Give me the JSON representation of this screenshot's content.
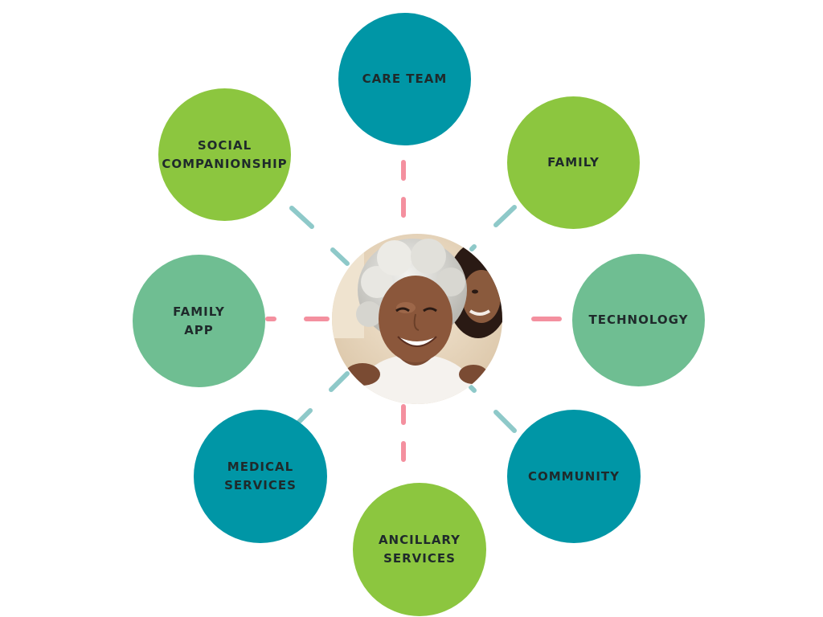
{
  "colors": {
    "teal": "#0096a6",
    "green": "#8cc63f",
    "mint": "#6fbe92",
    "pink_connector": "#f4909f",
    "teal_connector": "#8ec9c9",
    "label_text": "#1f2a2b"
  },
  "center": {
    "image": "smiling-elderly-woman-with-younger-woman-photo"
  },
  "nodes": [
    {
      "id": "care-team",
      "label": "CARE TEAM",
      "color": "#0096a6"
    },
    {
      "id": "family",
      "label": "FAMILY",
      "color": "#8cc63f"
    },
    {
      "id": "technology",
      "label": "TECHNOLOGY",
      "color": "#6fbe92"
    },
    {
      "id": "community",
      "label": "COMMUNITY",
      "color": "#0096a6"
    },
    {
      "id": "ancillary-services",
      "label": "ANCILLARY\nSERVICES",
      "color": "#8cc63f"
    },
    {
      "id": "medical-services",
      "label": "MEDICAL\nSERVICES",
      "color": "#0096a6"
    },
    {
      "id": "family-app",
      "label": "FAMILY\nAPP",
      "color": "#6fbe92"
    },
    {
      "id": "social-companionship",
      "label": "SOCIAL\nCOMPANIONSHIP",
      "color": "#8cc63f"
    }
  ]
}
